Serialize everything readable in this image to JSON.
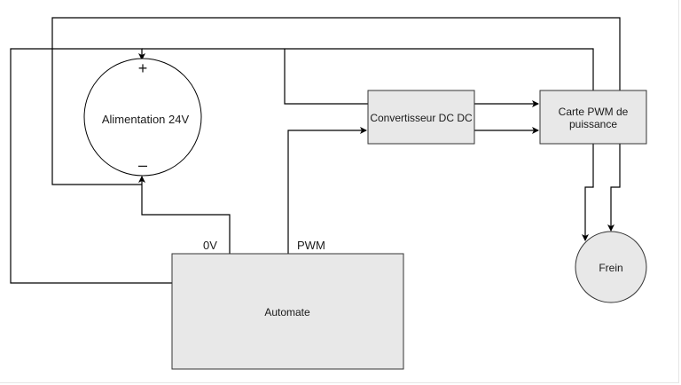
{
  "diagram": {
    "nodes": {
      "alimentation": {
        "label": "Alimentation 24V",
        "plus": "+",
        "minus": "–",
        "shape": "circle"
      },
      "convertisseur": {
        "label": "Convertisseur DC DC",
        "shape": "rectangle"
      },
      "carte_pwm": {
        "label_line1": "Carte PWM de",
        "label_line2": "puissance",
        "shape": "rectangle"
      },
      "frein": {
        "label": "Frein",
        "shape": "circle"
      },
      "automate": {
        "label": "Automate",
        "shape": "rectangle"
      }
    },
    "edge_labels": {
      "zero_v": "0V",
      "pwm": "PWM"
    },
    "colors": {
      "node_fill": "#e8e8e8",
      "node_stroke": "#333333",
      "line": "#000000",
      "circle_fill": "#ffffff"
    }
  }
}
